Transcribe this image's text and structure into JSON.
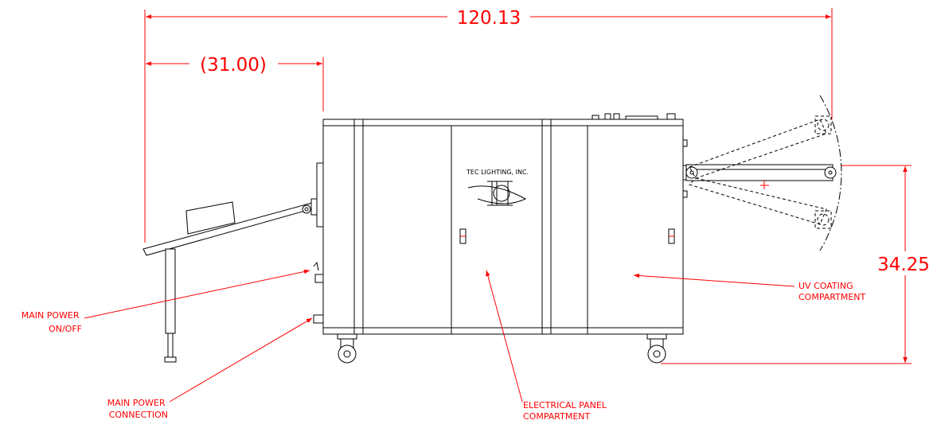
{
  "dimensions": {
    "overall_length": "120.13",
    "infeed_length": "(31.00)",
    "height": "34.25"
  },
  "callouts": {
    "main_power_switch": [
      "MAIN POWER",
      "ON/OFF"
    ],
    "main_power_connection": [
      "MAIN POWER",
      "CONNECTION"
    ],
    "electrical_panel": [
      "ELECTRICAL PANEL",
      "COMPARTMENT"
    ],
    "uv_coating": [
      "UV COATING",
      "COMPARTMENT"
    ]
  },
  "logo": {
    "company": "TEC LIGHTING, INC."
  },
  "colors": {
    "dimension": "#ff0000",
    "outline": "#000000",
    "background": "#ffffff"
  }
}
